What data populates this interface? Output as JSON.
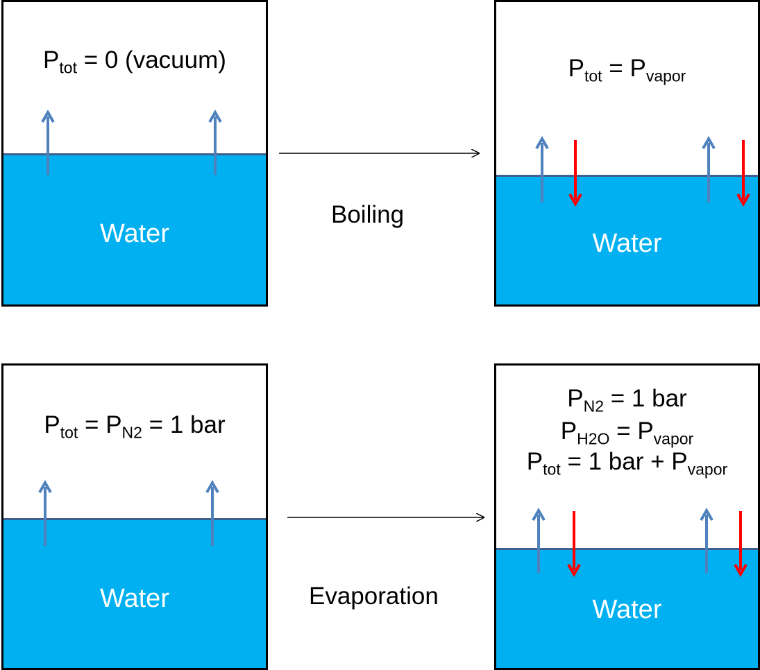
{
  "panels": {
    "top_left": {
      "equation": {
        "p": "P",
        "tot": "tot",
        "rest": " = 0 (vacuum)"
      },
      "water_label": "Water"
    },
    "top_right": {
      "equation": {
        "p": "P",
        "tot": "tot",
        "eq": " = P",
        "vapor": "vapor"
      },
      "water_label": "Water"
    },
    "bottom_left": {
      "equation": {
        "p": "P",
        "tot": "tot",
        "eq": " = P",
        "n2": "N2",
        "rest": " = 1 bar"
      },
      "water_label": "Water"
    },
    "bottom_right": {
      "line1": {
        "p": "P",
        "n2": "N2",
        "rest": " = 1 bar"
      },
      "line2": {
        "p": "P",
        "h2o": "H2O",
        "eq": " = P",
        "vapor": "vapor"
      },
      "line3": {
        "p": "P",
        "tot": "tot",
        "eq": " = 1 bar + P",
        "vapor": "vapor"
      },
      "water_label": "Water"
    }
  },
  "processes": {
    "top": "Boiling",
    "bottom": "Evaporation"
  },
  "colors": {
    "water": "#00b0f0",
    "up_arrow": "#4f81bd",
    "down_arrow": "#ff0000",
    "border": "#000000"
  }
}
